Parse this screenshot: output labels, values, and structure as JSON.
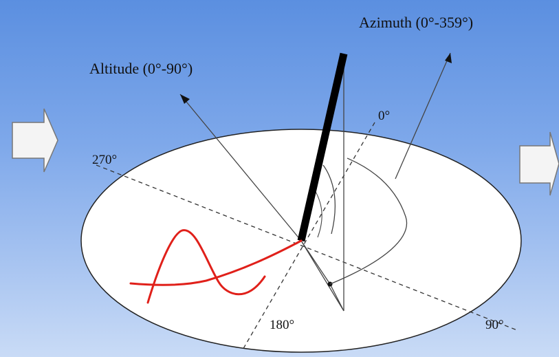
{
  "labels": {
    "azimuth": "Azimuth (0°-359°)",
    "altitude": "Altitude (0°-90°)",
    "north": "0°",
    "west": "270°",
    "south": "180°",
    "east": "90°"
  },
  "colors": {
    "background_top": "#5b8fe0",
    "background_bottom": "#c9dbf6",
    "plane": "#ffffff",
    "rod": "#000000",
    "sun_path": "#e0201a",
    "arrow": "#f4f4f4"
  },
  "icons": {
    "left_arrow": "right-arrow-icon",
    "right_arrow": "right-arrow-icon"
  }
}
